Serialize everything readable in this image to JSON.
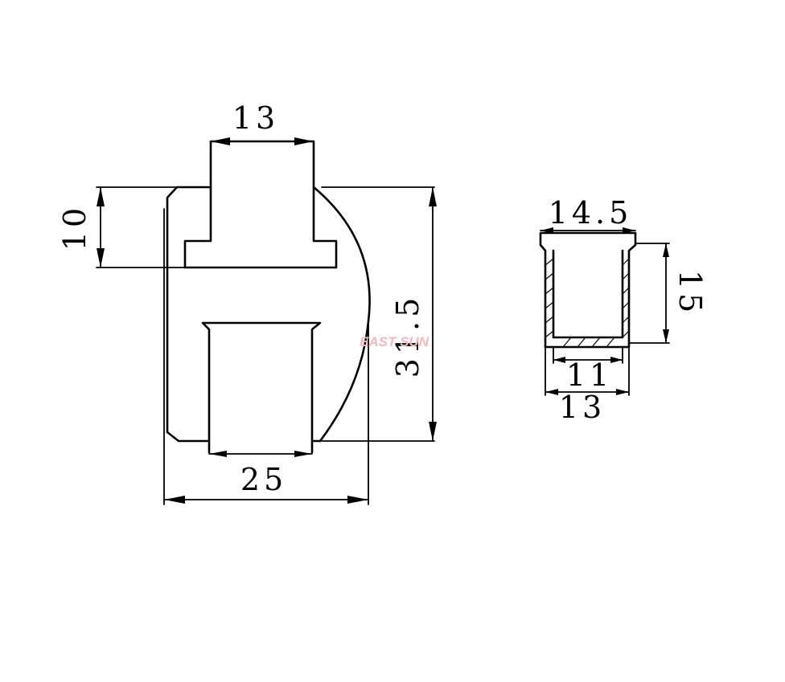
{
  "front_view": {
    "dim_top_width": "13",
    "dim_left_height": "10",
    "dim_right_height": "31.5",
    "dim_bottom_width": "25"
  },
  "side_view": {
    "dim_top_width": "14.5",
    "dim_height": "15",
    "dim_inner_width": "11",
    "dim_outer_width": "13"
  },
  "watermark": "EAST SUN"
}
